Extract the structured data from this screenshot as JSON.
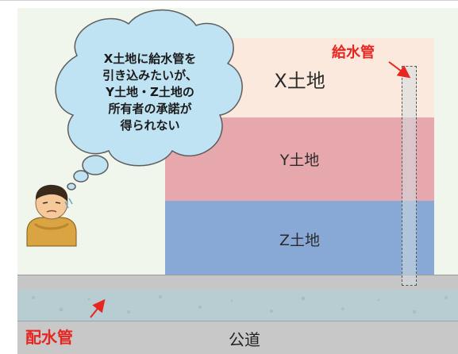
{
  "labels": {
    "service_pipe": "給水管",
    "main_pipe": "配水管",
    "public_road": "公道"
  },
  "lots": {
    "x": "X土地",
    "y": "Y土地",
    "z": "Z土地"
  },
  "thought_bubble": {
    "lines": [
      "X土地に給水管を",
      "引き込みたいが、",
      "Y土地・Z土地の",
      "所有者の承諾が",
      "得られない"
    ]
  },
  "colors": {
    "accent_red": "#e8251f",
    "lot_x": "#fce9de",
    "lot_y": "#e6a8ad",
    "lot_z": "#88a8d6",
    "bubble": "#bfe3f3"
  }
}
